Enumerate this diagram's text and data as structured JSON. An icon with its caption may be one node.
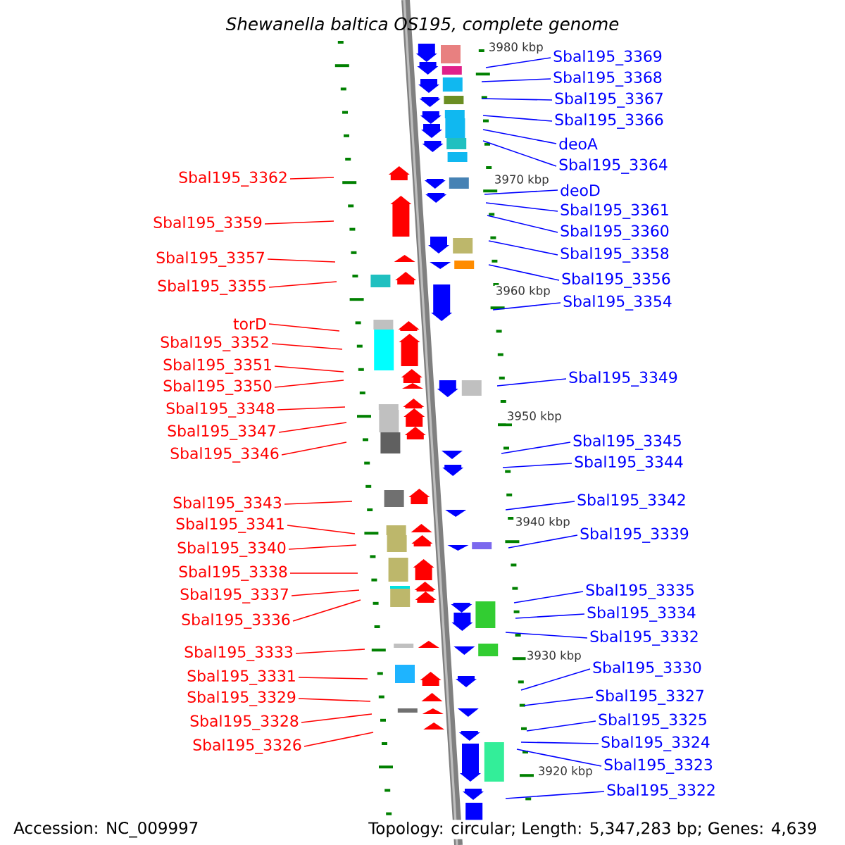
{
  "diagram": {
    "title": "Shewanella baltica OS195, complete genome",
    "nodes": [
      {
        "text": [
          "Sbal195_3369"
        ]
      },
      {
        "text": [
          "Sbal195_3368"
        ]
      },
      {
        "text": [
          "Sbal195_3367"
        ]
      },
      {
        "text": [
          "Sbal195_3366"
        ]
      },
      {
        "text": [
          "deoA"
        ]
      },
      {
        "text": [
          "Sbal195_3364"
        ]
      },
      {
        "text": [
          "deoD"
        ]
      },
      {
        "text": [
          "Sbal195_3361"
        ]
      },
      {
        "text": [
          "Sbal195_3360"
        ]
      },
      {
        "text": [
          "Sbal195_3358"
        ]
      },
      {
        "text": [
          "Sbal195_3356"
        ]
      },
      {
        "text": [
          "Sbal195_3354"
        ]
      },
      {
        "text": [
          "Sbal195_3349"
        ]
      },
      {
        "text": [
          "Sbal195_3345"
        ]
      },
      {
        "text": [
          "Sbal195_3344"
        ]
      },
      {
        "text": [
          "Sbal195_3342"
        ]
      },
      {
        "text": [
          "Sbal195_3339"
        ]
      },
      {
        "text": [
          "Sbal195_3335"
        ]
      },
      {
        "text": [
          "Sbal195_3334"
        ]
      },
      {
        "text": [
          "Sbal195_3332"
        ]
      },
      {
        "text": [
          "Sbal195_3330"
        ]
      },
      {
        "text": [
          "Sbal195_3327"
        ]
      },
      {
        "text": [
          "Sbal195_3325"
        ]
      },
      {
        "text": [
          "Sbal195_3324"
        ]
      },
      {
        "text": [
          "Sbal195_3323"
        ]
      },
      {
        "text": [
          "Sbal195_3322"
        ]
      },
      {
        "text": [
          "Sbal195_3362"
        ]
      },
      {
        "text": [
          "Sbal195_3359"
        ]
      },
      {
        "text": [
          "Sbal195_3357"
        ]
      },
      {
        "text": [
          "Sbal195_3355"
        ]
      },
      {
        "text": [
          "torD"
        ]
      },
      {
        "text": [
          "Sbal195_3352"
        ]
      },
      {
        "text": [
          "Sbal195_3351"
        ]
      },
      {
        "text": [
          "Sbal195_3350"
        ]
      },
      {
        "text": [
          "Sbal195_3348"
        ]
      },
      {
        "text": [
          "Sbal195_3347"
        ]
      },
      {
        "text": [
          "Sbal195_3346"
        ]
      },
      {
        "text": [
          "Sbal195_3343"
        ]
      },
      {
        "text": [
          "Sbal195_3341"
        ]
      },
      {
        "text": [
          "Sbal195_3340"
        ]
      },
      {
        "text": [
          "Sbal195_3338"
        ]
      },
      {
        "text": [
          "Sbal195_3337"
        ]
      },
      {
        "text": [
          "Sbal195_3336"
        ]
      },
      {
        "text": [
          "Sbal195_3333"
        ]
      },
      {
        "text": [
          "Sbal195_3331"
        ]
      },
      {
        "text": [
          "Sbal195_3329"
        ]
      },
      {
        "text": [
          "Sbal195_3328"
        ]
      },
      {
        "text": [
          "Sbal195_3326"
        ]
      }
    ],
    "edges": [
      {
        "from": 0,
        "to": null,
        "arrow": "none"
      },
      {
        "from": 1,
        "to": null,
        "arrow": "none"
      },
      {
        "from": 2,
        "to": null,
        "arrow": "none"
      },
      {
        "from": 3,
        "to": null,
        "arrow": "none"
      },
      {
        "from": 4,
        "to": null,
        "arrow": "none"
      },
      {
        "from": 5,
        "to": null,
        "arrow": "none"
      },
      {
        "from": 6,
        "to": null,
        "arrow": "none"
      },
      {
        "from": 7,
        "to": null,
        "arrow": "none"
      },
      {
        "from": 8,
        "to": null,
        "arrow": "none"
      },
      {
        "from": 9,
        "to": null,
        "arrow": "none"
      },
      {
        "from": 10,
        "to": null,
        "arrow": "none"
      },
      {
        "from": 11,
        "to": null,
        "arrow": "none"
      },
      {
        "from": 12,
        "to": null,
        "arrow": "none"
      },
      {
        "from": 13,
        "to": null,
        "arrow": "none"
      },
      {
        "from": 14,
        "to": null,
        "arrow": "none"
      },
      {
        "from": 15,
        "to": null,
        "arrow": "none"
      },
      {
        "from": 16,
        "to": null,
        "arrow": "none"
      },
      {
        "from": 17,
        "to": null,
        "arrow": "none"
      },
      {
        "from": 18,
        "to": null,
        "arrow": "none"
      },
      {
        "from": 19,
        "to": null,
        "arrow": "none"
      },
      {
        "from": 20,
        "to": null,
        "arrow": "none"
      },
      {
        "from": 21,
        "to": null,
        "arrow": "none"
      },
      {
        "from": 22,
        "to": null,
        "arrow": "none"
      },
      {
        "from": 23,
        "to": null,
        "arrow": "none"
      },
      {
        "from": 24,
        "to": null,
        "arrow": "none"
      },
      {
        "from": 25,
        "to": null,
        "arrow": "none"
      },
      {
        "from": 26,
        "to": null,
        "arrow": "none",
        "color": "#ff0000"
      },
      {
        "from": 27,
        "to": null,
        "arrow": "none",
        "color": "#ff0000"
      },
      {
        "from": 28,
        "to": null,
        "arrow": "none",
        "color": "#ff0000"
      },
      {
        "from": 29,
        "to": null,
        "arrow": "none",
        "color": "#ff0000"
      },
      {
        "from": 30,
        "to": null,
        "arrow": "none",
        "color": "#ff0000"
      },
      {
        "from": 31,
        "to": null,
        "arrow": "none",
        "color": "#ff0000"
      },
      {
        "from": 32,
        "to": null,
        "arrow": "none",
        "color": "#ff0000"
      },
      {
        "from": 33,
        "to": null,
        "arrow": "none",
        "color": "#ff0000"
      },
      {
        "from": 34,
        "to": null,
        "arrow": "none",
        "color": "#ff0000"
      },
      {
        "from": 35,
        "to": null,
        "arrow": "none",
        "color": "#ff0000"
      },
      {
        "from": 36,
        "to": null,
        "arrow": "none",
        "color": "#ff0000"
      },
      {
        "from": 37,
        "to": null,
        "arrow": "none",
        "color": "#ff0000"
      },
      {
        "from": 38,
        "to": null,
        "arrow": "none",
        "color": "#ff0000"
      },
      {
        "from": 39,
        "to": null,
        "arrow": "none",
        "color": "#ff0000"
      },
      {
        "from": 40,
        "to": null,
        "arrow": "none",
        "color": "#ff0000"
      },
      {
        "from": 41,
        "to": null,
        "arrow": "none",
        "color": "#ff0000"
      },
      {
        "from": 42,
        "to": null,
        "arrow": "none",
        "color": "#ff0000"
      },
      {
        "from": 43,
        "to": null,
        "arrow": "none",
        "color": "#ff0000"
      },
      {
        "from": 44,
        "to": null,
        "arrow": "none",
        "color": "#ff0000"
      },
      {
        "from": 45,
        "to": null,
        "arrow": "none",
        "color": "#ff0000"
      },
      {
        "from": 46,
        "to": null,
        "arrow": "none",
        "color": "#ff0000"
      },
      {
        "from": 47,
        "to": null,
        "arrow": "none",
        "color": "#ff0000"
      }
    ],
    "labels": [
      "3980 kbp",
      "3970 kbp",
      "3960 kbp",
      "3950 kbp",
      "3940 kbp",
      "3930 kbp",
      "3920 kbp",
      "Accession: NC_009997",
      "Topology: circular; Length: 5,347,283 bp; Genes: 4,639"
    ]
  }
}
